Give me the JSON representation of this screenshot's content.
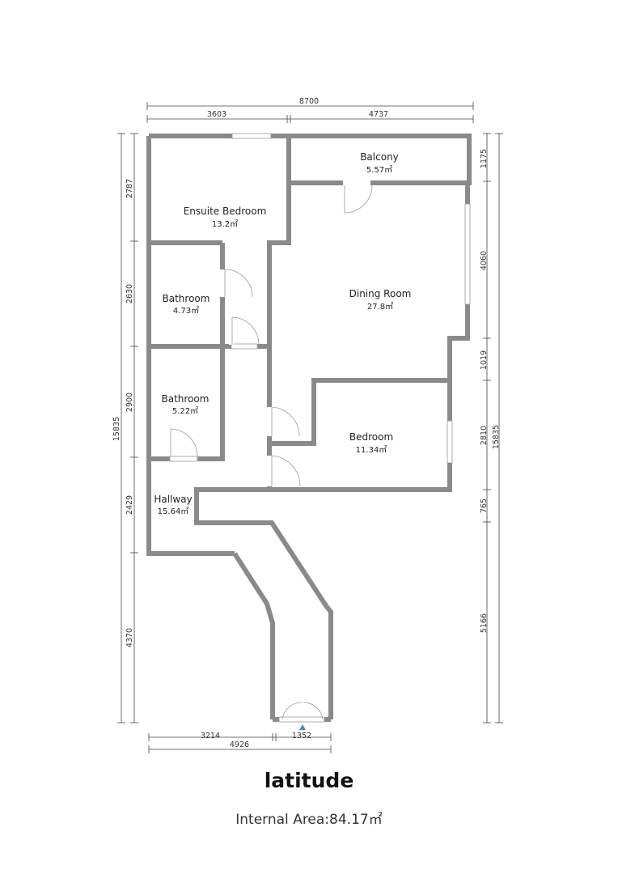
{
  "title": "latitude",
  "internal_area": "Internal Area:84.17㎡",
  "rooms": [
    {
      "name": "Balcony",
      "area": "5.57㎡"
    },
    {
      "name": "Ensuite Bedroom",
      "area": "13.2㎡"
    },
    {
      "name": "Bathroom",
      "area": "4.73㎡"
    },
    {
      "name": "Dining Room",
      "area": "27.8㎡"
    },
    {
      "name": "Bathroom",
      "area": "5.22㎡"
    },
    {
      "name": "Bedroom",
      "area": "11.34㎡"
    },
    {
      "name": "Hallway",
      "area": "15.64㎡"
    }
  ],
  "dimensions": {
    "top_total": "8700",
    "top_left": "3603",
    "top_right": "4737",
    "left": [
      "2787",
      "2630",
      "2900",
      "2429",
      "4370"
    ],
    "left_total": "15835",
    "right": [
      "1175",
      "4060",
      "1019",
      "2810",
      "765",
      "5166"
    ],
    "right_total": "15835",
    "bottom_left": "3214",
    "bottom_total": "4926",
    "bottom_right": "1352"
  }
}
